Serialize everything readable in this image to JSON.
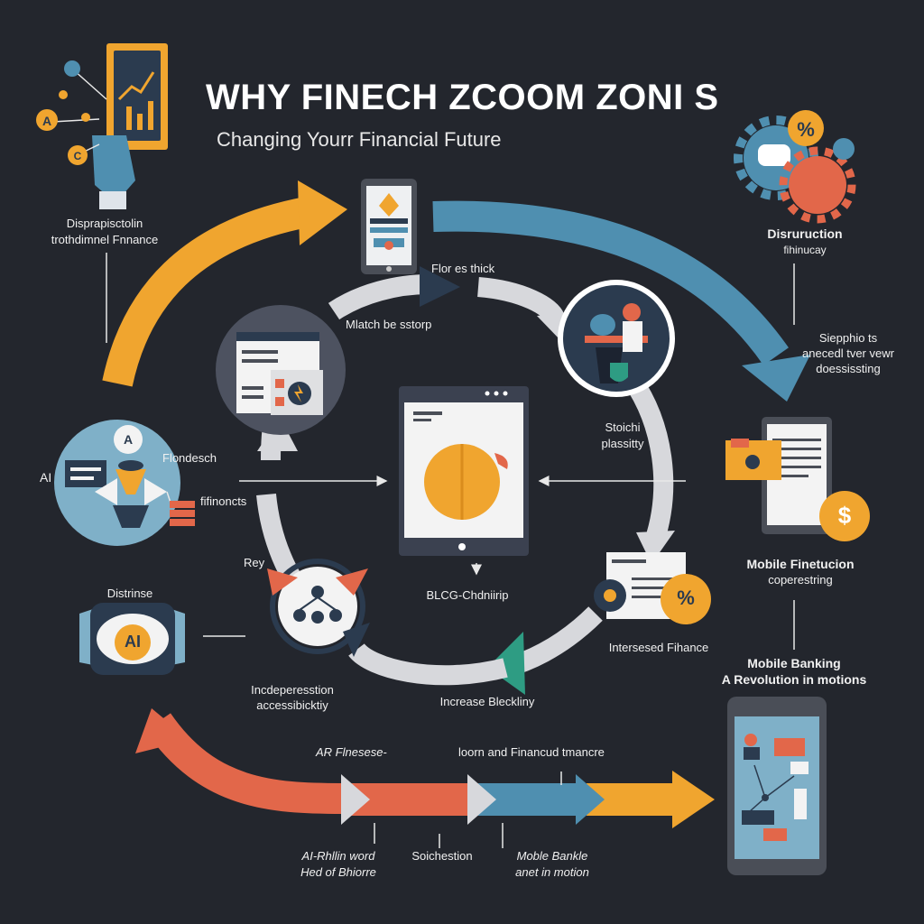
{
  "title": "WHY FINECH ZCOOM ZONI S",
  "subtitle": "Changing Yourr Financial Future",
  "colors": {
    "background": "#23262d",
    "orange": "#f0a52f",
    "blue": "#4f8fb0",
    "red": "#e2674a",
    "gray": "#d7d8dc",
    "teal": "#2e9c83",
    "navy": "#2b3b4f"
  },
  "labels": {
    "disruption_top_left_1": "Disprapisctolin",
    "disruption_top_left_2": "trothdimnel Fnnance",
    "disruption_right_1": "Disruruction",
    "disruption_right_2": "fihinucay",
    "steps_1": "Siepphio ts",
    "steps_2": "anecedl tver vewr",
    "steps_3": "doessissting",
    "fintech_1": "Flor es thick",
    "match": "Mlatch be sstorp",
    "ai": "AI",
    "fintech_2": "Flondesch",
    "fintech_3": "fifinoncts",
    "scale_1": "Stoichi",
    "scale_2": "plassitty",
    "rey": "Rey",
    "blog": "BLCG-Chdniirip",
    "mobile_fin_1": "Mobile Finetucion",
    "mobile_fin_2": "coperestring",
    "distrinse": "Distrinse",
    "ai_badge": "AI",
    "interested": "Intersesed Fihance",
    "mobile_banking_1": "Mobile Banking",
    "mobile_banking_2": "A Revolution in motions",
    "independent_1": "Incdeperesstion",
    "independent_2": "accessibicktiy",
    "increase": "Increase Bleckliny",
    "ar": "AR Flnesese-",
    "loan": "loorn and Financud tmancre",
    "bottom_1_a": "AI-Rhllin word",
    "bottom_1_b": "Hed of Bhiorre",
    "bottom_2": "Soichestion",
    "bottom_3_a": "Moble Bankle",
    "bottom_3_b": "anet in motion"
  },
  "icons": {
    "percent_top": "%",
    "percent_card": "%",
    "dollar": "$",
    "letter_a_1": "A",
    "letter_a_2": "A",
    "letter_c": "C"
  }
}
